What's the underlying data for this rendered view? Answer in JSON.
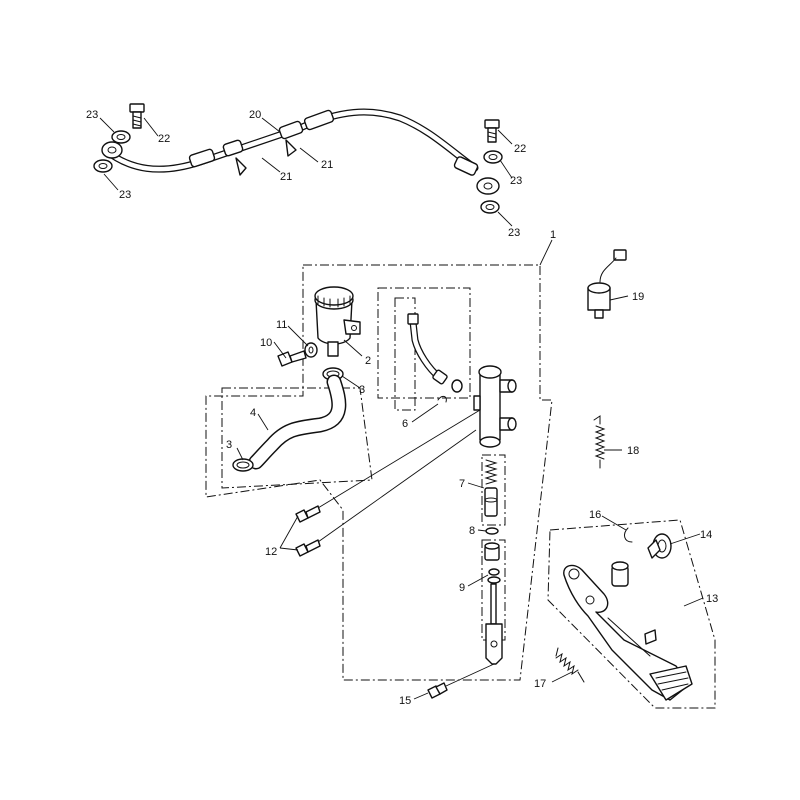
{
  "callouts": [
    {
      "id": "1",
      "text": "1"
    },
    {
      "id": "2",
      "text": "2"
    },
    {
      "id": "3a",
      "text": "3"
    },
    {
      "id": "3b",
      "text": "3"
    },
    {
      "id": "4",
      "text": "4"
    },
    {
      "id": "6",
      "text": "6"
    },
    {
      "id": "7",
      "text": "7"
    },
    {
      "id": "8",
      "text": "8"
    },
    {
      "id": "9",
      "text": "9"
    },
    {
      "id": "10",
      "text": "10"
    },
    {
      "id": "11",
      "text": "11"
    },
    {
      "id": "12",
      "text": "12"
    },
    {
      "id": "13",
      "text": "13"
    },
    {
      "id": "14",
      "text": "14"
    },
    {
      "id": "15",
      "text": "15"
    },
    {
      "id": "16",
      "text": "16"
    },
    {
      "id": "17",
      "text": "17"
    },
    {
      "id": "18",
      "text": "18"
    },
    {
      "id": "19",
      "text": "19"
    },
    {
      "id": "20",
      "text": "20"
    },
    {
      "id": "21a",
      "text": "21"
    },
    {
      "id": "21b",
      "text": "21"
    },
    {
      "id": "22a",
      "text": "22"
    },
    {
      "id": "22b",
      "text": "22"
    },
    {
      "id": "23a",
      "text": "23"
    },
    {
      "id": "23b",
      "text": "23"
    },
    {
      "id": "23c",
      "text": "23"
    },
    {
      "id": "23d",
      "text": "23"
    }
  ]
}
